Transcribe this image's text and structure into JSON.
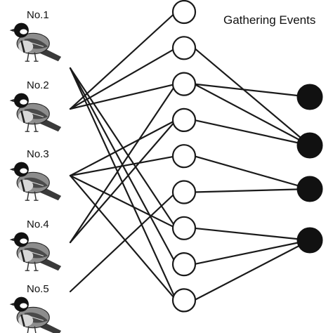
{
  "title": "Gathering Events",
  "birds": [
    {
      "id": "b1",
      "label": "No.1"
    },
    {
      "id": "b2",
      "label": "No.2"
    },
    {
      "id": "b3",
      "label": "No.3"
    },
    {
      "id": "b4",
      "label": "No.4"
    },
    {
      "id": "b5",
      "label": "No.5"
    }
  ],
  "middle_nodes": [
    "m1",
    "m2",
    "m3",
    "m4",
    "m5",
    "m6",
    "m7",
    "m8",
    "m9"
  ],
  "events": [
    "e1",
    "e2",
    "e3",
    "e4"
  ],
  "bird_to_middle": [
    [
      "b1",
      "m7"
    ],
    [
      "b1",
      "m8"
    ],
    [
      "b1",
      "m9"
    ],
    [
      "b2",
      "m1"
    ],
    [
      "b2",
      "m2"
    ],
    [
      "b2",
      "m3"
    ],
    [
      "b3",
      "m4"
    ],
    [
      "b3",
      "m5"
    ],
    [
      "b3",
      "m7"
    ],
    [
      "b3",
      "m9"
    ],
    [
      "b4",
      "m3"
    ],
    [
      "b4",
      "m4"
    ],
    [
      "b5",
      "m6"
    ]
  ],
  "middle_to_event": [
    [
      "m2",
      "e2"
    ],
    [
      "m3",
      "e1"
    ],
    [
      "m3",
      "e2"
    ],
    [
      "m4",
      "e2"
    ],
    [
      "m5",
      "e3"
    ],
    [
      "m6",
      "e3"
    ],
    [
      "m7",
      "e4"
    ],
    [
      "m8",
      "e4"
    ],
    [
      "m9",
      "e4"
    ]
  ],
  "colors": {
    "line": "#1a1a1a",
    "event_fill": "#111111",
    "node_fill": "#ffffff"
  }
}
